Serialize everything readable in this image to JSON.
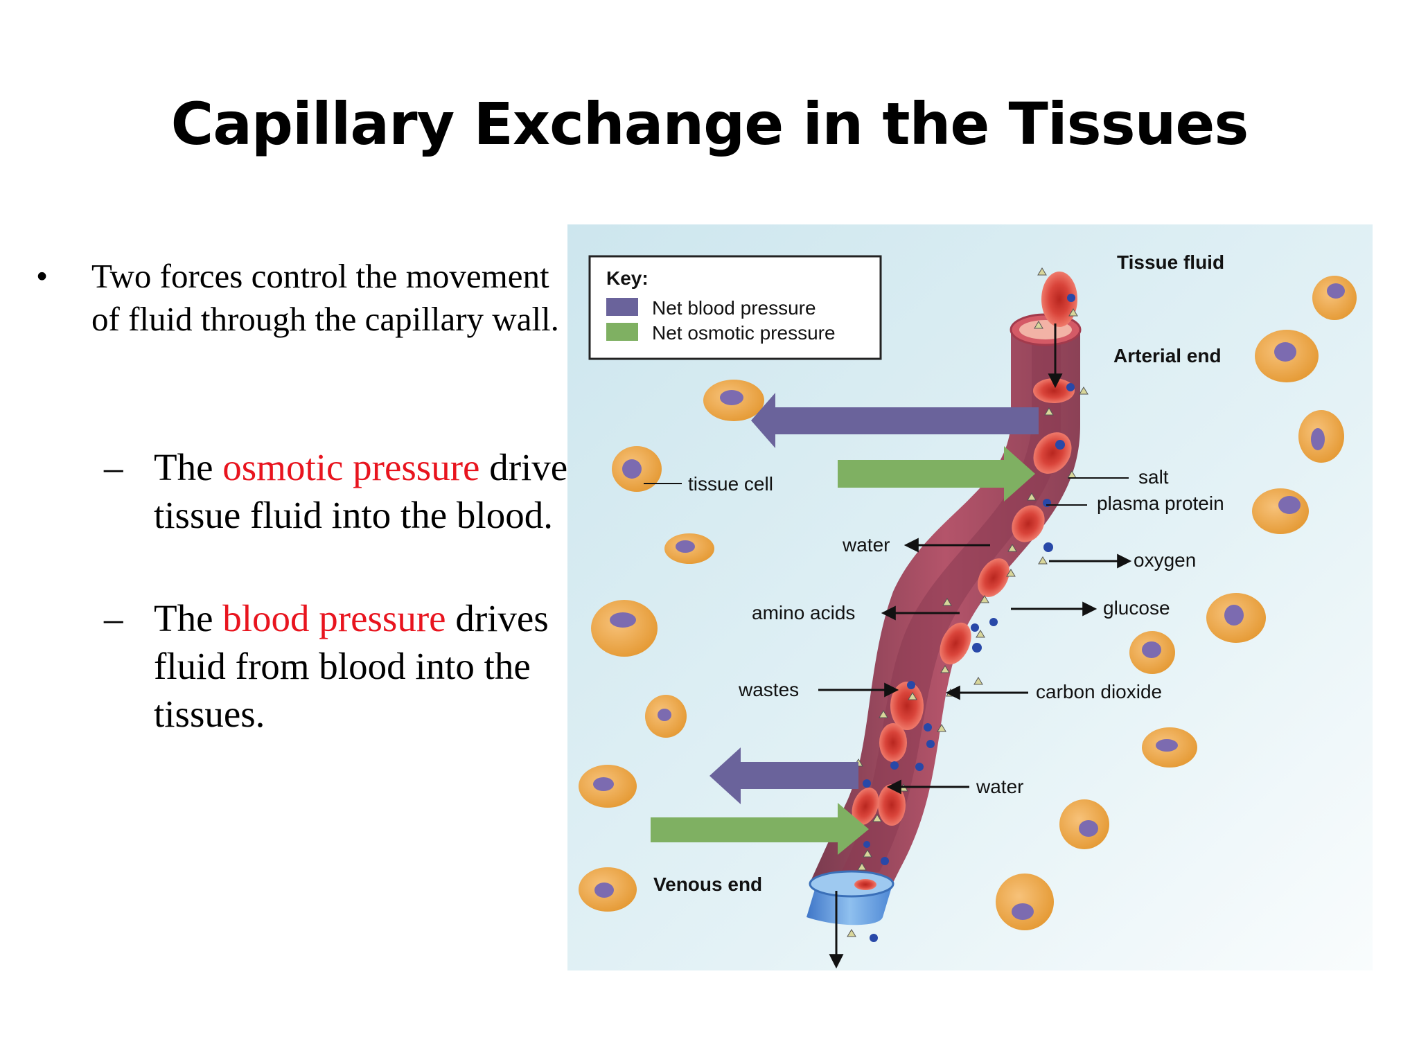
{
  "title": "Capillary Exchange in the Tissues",
  "bullet": {
    "symbol": "•",
    "text": "Two forces control the movement of fluid through the capillary wall."
  },
  "subbullets": [
    {
      "dash": "–",
      "pre": "The ",
      "highlight": "osmotic pressure",
      "post": " drives tissue fluid into the blood."
    },
    {
      "dash": "–",
      "pre": "The ",
      "highlight": "blood pressure",
      "post": " drives fluid from blood into the tissues."
    }
  ],
  "colors": {
    "highlight": "#e8141e",
    "blood_pressure": "#6a639b",
    "osmotic_pressure": "#7fb062"
  },
  "diagram": {
    "key_title": "Key:",
    "key_items": [
      "Net blood pressure",
      "Net osmotic pressure"
    ],
    "labels": {
      "tissue_fluid": "Tissue fluid",
      "arterial_end": "Arterial end",
      "venous_end": "Venous end",
      "tissue_cell": "tissue cell",
      "salt": "salt",
      "plasma_protein": "plasma protein",
      "water_top": "water",
      "oxygen": "oxygen",
      "amino_acids": "amino acids",
      "glucose": "glucose",
      "wastes": "wastes",
      "carbon_dioxide": "carbon dioxide",
      "water_bottom": "water"
    }
  }
}
